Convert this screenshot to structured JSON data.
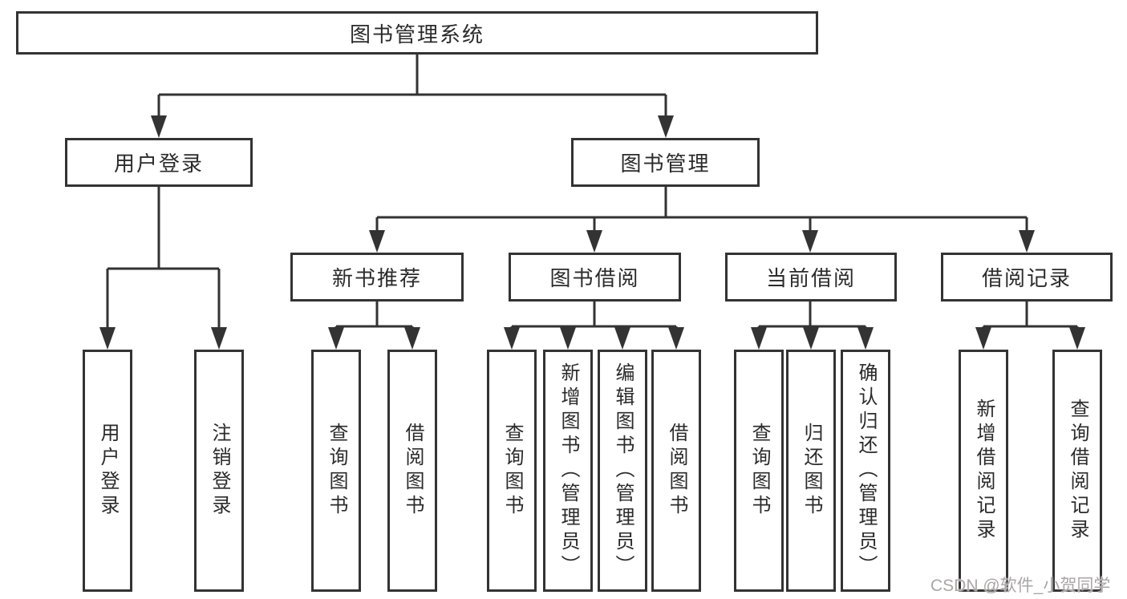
{
  "diagram": {
    "root": {
      "label": "图书管理系统"
    },
    "branches": [
      {
        "label": "用户登录",
        "children": [
          {
            "label": "用户登录"
          },
          {
            "label": "注销登录"
          }
        ]
      },
      {
        "label": "图书管理",
        "children": [
          {
            "label": "新书推荐",
            "children": [
              {
                "label": "查询图书"
              },
              {
                "label": "借阅图书"
              }
            ]
          },
          {
            "label": "图书借阅",
            "children": [
              {
                "label": "查询图书"
              },
              {
                "label": "新增图书（管理员）"
              },
              {
                "label": "编辑图书（管理员）"
              },
              {
                "label": "借阅图书"
              }
            ]
          },
          {
            "label": "当前借阅",
            "children": [
              {
                "label": "查询图书"
              },
              {
                "label": "归还图书"
              },
              {
                "label": "确认归还（管理员）"
              }
            ]
          },
          {
            "label": "借阅记录",
            "children": [
              {
                "label": "新增借阅记录"
              },
              {
                "label": "查询借阅记录"
              }
            ]
          }
        ]
      }
    ],
    "watermark": "CSDN @软件_小贺同学",
    "colors": {
      "line": "#333333",
      "box_border": "#333333",
      "box_background": "#ffffff",
      "text": "#2b2b2b",
      "watermark": "#aaa6a6"
    }
  }
}
